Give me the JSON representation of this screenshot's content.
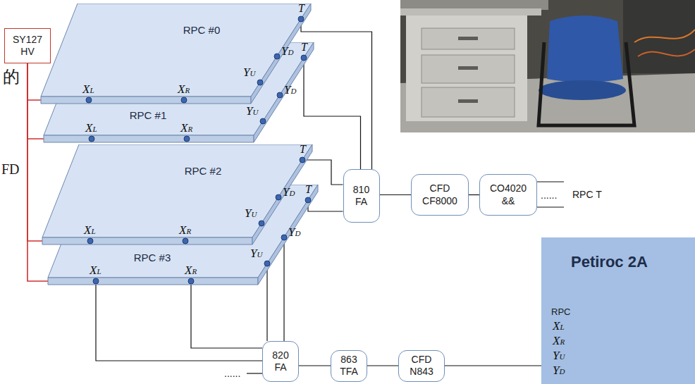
{
  "diagram": {
    "nodes": [
      {
        "text": [
          "SY127 HV"
        ]
      },
      {
        "text": [
          "RPC #0"
        ]
      },
      {
        "text": [
          "RPC #1"
        ]
      },
      {
        "text": [
          "RPC #2"
        ]
      },
      {
        "text": [
          "RPC #3"
        ]
      },
      {
        "text": [
          "810 FA"
        ]
      },
      {
        "text": [
          "CFD CF8000"
        ]
      },
      {
        "text": [
          "CO4020 &&"
        ]
      },
      {
        "text": [
          "820 FA"
        ]
      },
      {
        "text": [
          "863 TFA"
        ]
      },
      {
        "text": [
          "CFD N843"
        ]
      },
      {
        "text": [
          "Petiroc 2A",
          "RPC",
          "XL",
          "XR",
          "YU",
          "YD"
        ]
      }
    ],
    "edges": [
      {
        "from": 0,
        "to": 1,
        "arrow": "none"
      },
      {
        "from": 0,
        "to": 2,
        "arrow": "none"
      },
      {
        "from": 0,
        "to": 3,
        "arrow": "none"
      },
      {
        "from": 0,
        "to": 4,
        "arrow": "none"
      },
      {
        "from": 1,
        "to": 5,
        "arrow": "none"
      },
      {
        "from": 2,
        "to": 5,
        "arrow": "none"
      },
      {
        "from": 3,
        "to": 5,
        "arrow": "none"
      },
      {
        "from": 4,
        "to": 5,
        "arrow": "none"
      },
      {
        "from": 5,
        "to": 6,
        "arrow": "none"
      },
      {
        "from": 6,
        "to": 7,
        "arrow": "none"
      },
      {
        "from": 4,
        "to": 8,
        "arrow": "none"
      },
      {
        "from": 4,
        "to": 8,
        "arrow": "none"
      },
      {
        "from": 4,
        "to": 8,
        "arrow": "none"
      },
      {
        "from": 4,
        "to": 8,
        "arrow": "none"
      },
      {
        "from": 8,
        "to": 9,
        "arrow": "none"
      },
      {
        "from": 9,
        "to": 10,
        "arrow": "none"
      },
      {
        "from": 10,
        "to": 11,
        "arrow": "none"
      }
    ],
    "labels": [
      "的",
      "FD",
      "T",
      "YD",
      "YU",
      "XL",
      "XR",
      "T",
      "YD",
      "YU",
      "XL",
      "XR",
      "T",
      "YD",
      "YU",
      "XL",
      "XR",
      "T",
      "YD",
      "YU",
      "XL",
      "XR",
      "......",
      "RPC T",
      "......"
    ]
  }
}
